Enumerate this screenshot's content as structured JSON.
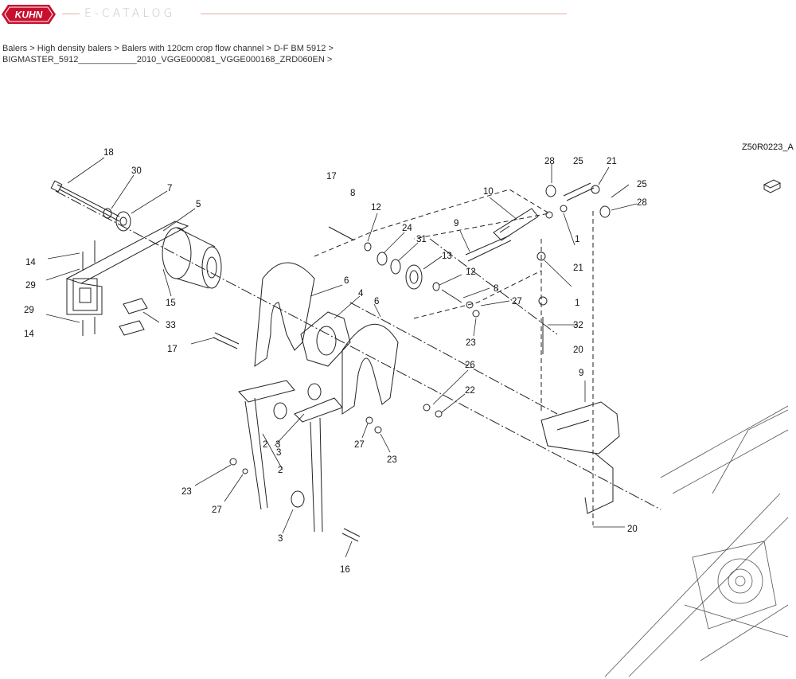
{
  "header": {
    "logo_text": "KUHN",
    "catalog_label": "E-CATALOG"
  },
  "breadcrumb": {
    "items": [
      "Balers",
      "High density balers",
      "Balers with 120cm crop flow channel",
      "D-F BM 5912",
      "BIGMASTER_5912____________2010_VGGE000081_VGGE000168_ZRD060EN"
    ],
    "separator": ">"
  },
  "diagram": {
    "drawing_code": "Z50R0223_A",
    "callouts": [
      "18",
      "30",
      "7",
      "5",
      "14",
      "29",
      "15",
      "33",
      "29",
      "14",
      "17",
      "6",
      "4",
      "6",
      "17",
      "8",
      "12",
      "24",
      "31",
      "13",
      "12",
      "8",
      "27",
      "23",
      "10",
      "9",
      "28",
      "25",
      "21",
      "25",
      "28",
      "1",
      "21",
      "1",
      "32",
      "20",
      "9",
      "26",
      "22",
      "27",
      "23",
      "2",
      "3",
      "2",
      "3",
      "23",
      "27",
      "3",
      "16",
      "20"
    ]
  },
  "colors": {
    "brand_red": "#c8102e",
    "line": "#222222",
    "rule": "#d9b1a8"
  }
}
